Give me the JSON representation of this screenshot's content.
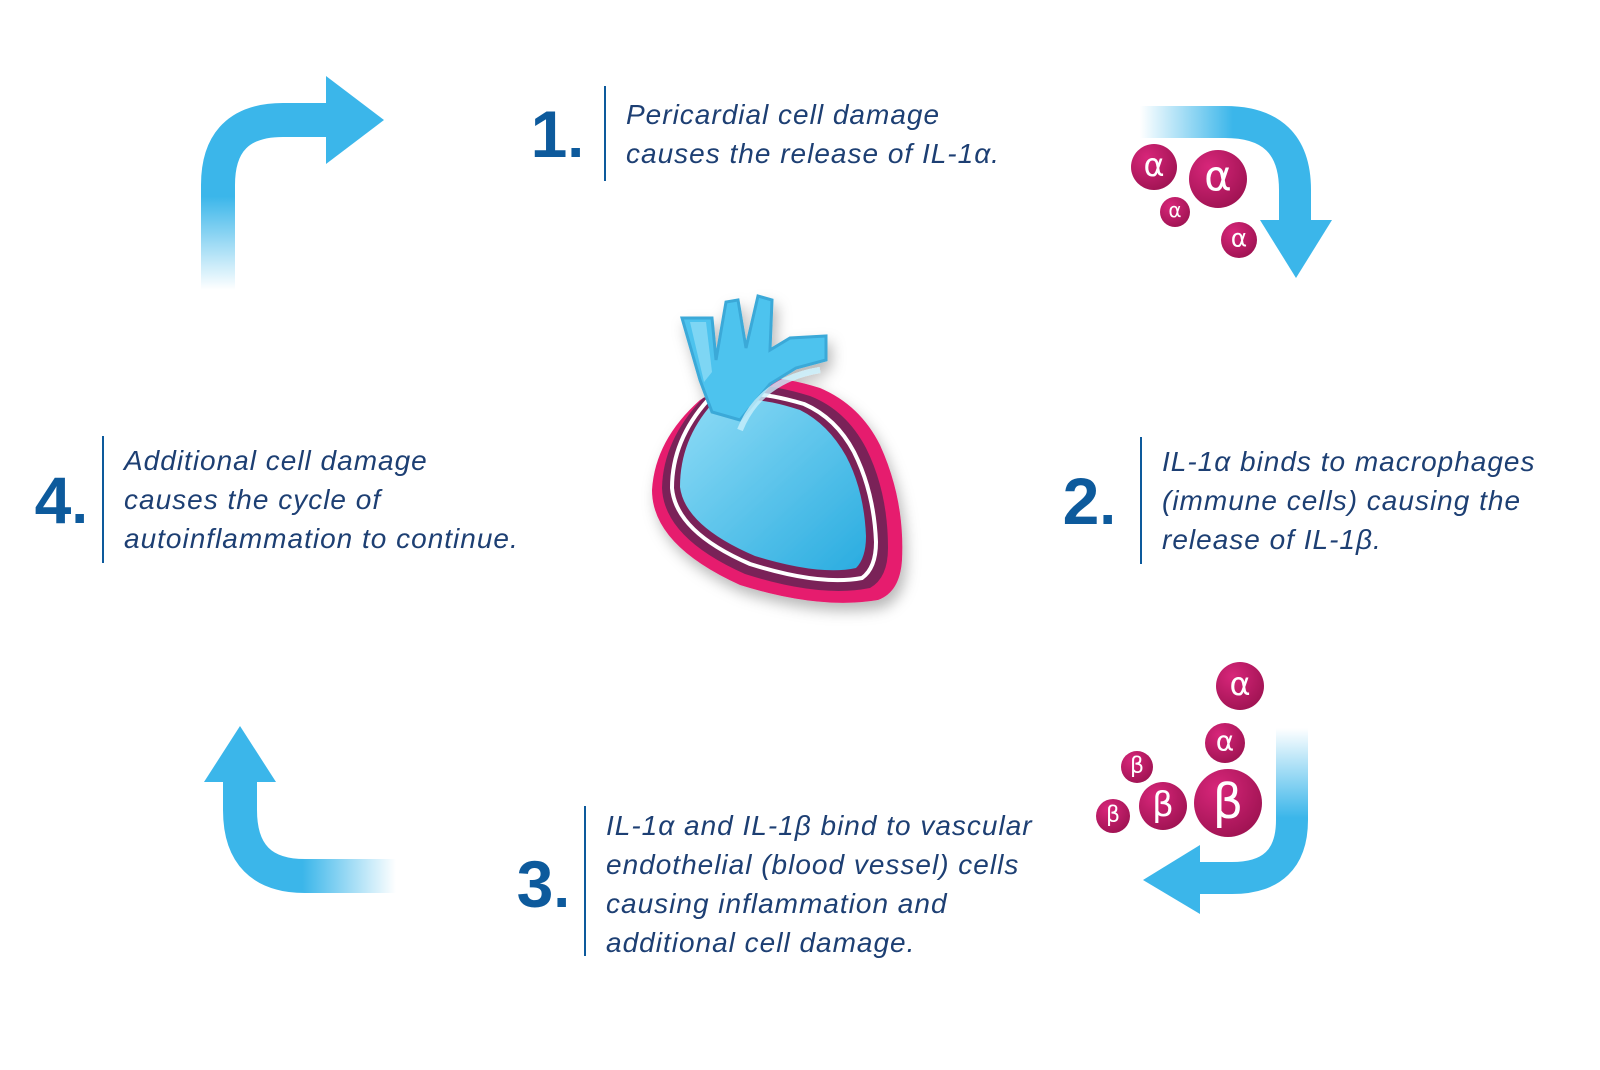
{
  "steps": [
    {
      "number": "1",
      "text": "Pericardial cell damage\ncauses the release of IL-1α."
    },
    {
      "number": "2",
      "text": "IL-1α binds to macrophages\n(immune cells) causing the\nrelease of IL-1β."
    },
    {
      "number": "3",
      "text": "IL-1α and IL-1β bind to vascular\nendothelial (blood vessel) cells\ncausing inflammation and\nadditional cell damage."
    },
    {
      "number": "4",
      "text": "Additional cell damage\ncauses the cycle of\nautoinflammation to continue."
    }
  ],
  "molecules": {
    "alpha_symbol": "α",
    "beta_symbol": "β"
  },
  "colors": {
    "number_blue": "#0d5a9c",
    "text_blue": "#1d3f73",
    "arrow_blue": "#3bb6ea",
    "molecule_magenta": "#c2185b",
    "heart_pink": "#e61e6e",
    "heart_cyan": "#5fcbee"
  },
  "icons": {
    "center": "heart-icon",
    "arrows": "cycle-arrow-icon"
  }
}
